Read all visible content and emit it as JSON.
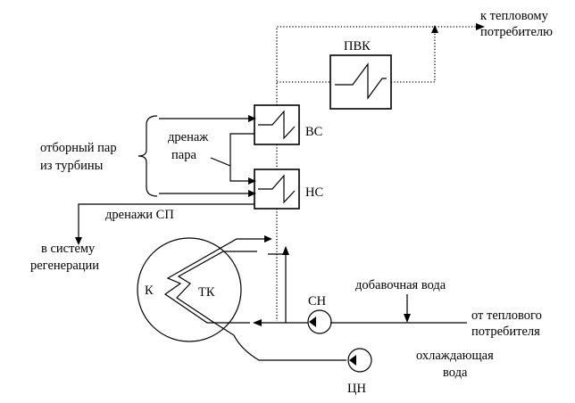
{
  "labels": {
    "to_consumer_1": "к тепловому",
    "to_consumer_2": "потребителю",
    "pvk": "ПВК",
    "vs": "ВС",
    "ns": "НС",
    "extraction_1": "отборный пар",
    "extraction_2": "из турбины",
    "drain_1": "дренаж",
    "drain_2": "пара",
    "drains_sp": "дренажи СП",
    "regen_1": "в систему",
    "regen_2": "регенерации",
    "k": "К",
    "tk": "ТК",
    "sn": "СН",
    "makeup_water": "добавочная вода",
    "from_consumer_1": "от теплового",
    "from_consumer_2": "потребителя",
    "cooling_1": "охлаждающая",
    "cooling_2": "вода",
    "cn": "ЦН"
  },
  "colors": {
    "line": "#000000",
    "background": "#ffffff"
  }
}
